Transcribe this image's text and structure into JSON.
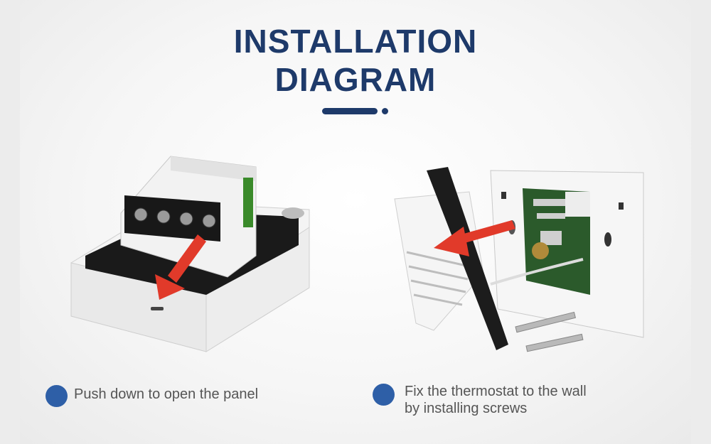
{
  "heading": {
    "line1": "INSTALLATION",
    "line2": "DIAGRAM"
  },
  "accent_color": "#1e3a6a",
  "bullet_color": "#2e5fa7",
  "steps": [
    {
      "text": "Push down to open the panel"
    },
    {
      "text_line1": "Fix the thermostat to the wall",
      "text_line2": "by installing screws"
    }
  ],
  "icons": [
    "bullet-dot-icon",
    "red-arrow-icon"
  ]
}
